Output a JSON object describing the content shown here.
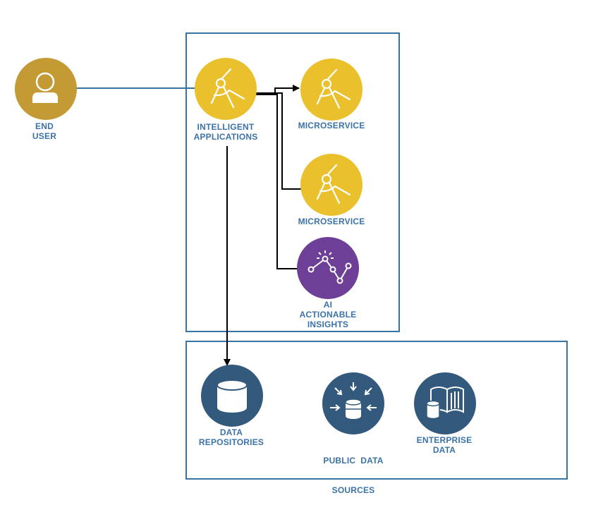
{
  "colors": {
    "user_node": "#c49a34",
    "app_node": "#ebc02d",
    "ai_node": "#6e3f96",
    "data_node": "#335a7c",
    "container_border": "#3674a6",
    "link_line": "#3674a6",
    "arrow_line": "#000000",
    "label_text": "#3b73a8"
  },
  "nodes": {
    "end_user": {
      "icon": "user-icon",
      "label_lines": [
        "END",
        "USER"
      ]
    },
    "intelligent_apps": {
      "icon": "compass-icon",
      "label_lines": [
        "INTELLIGENT",
        "APPLICATIONS"
      ]
    },
    "microservice_1": {
      "icon": "compass-icon",
      "label_lines": [
        "MICROSERVICE"
      ]
    },
    "microservice_2": {
      "icon": "compass-icon",
      "label_lines": [
        "MICROSERVICE"
      ]
    },
    "ai_insights": {
      "icon": "insights-chart-icon",
      "label_lines": [
        "AI",
        "ACTIONABLE",
        "INSIGHTS"
      ]
    },
    "data_repositories": {
      "icon": "database-icon",
      "label_lines": [
        "DATA",
        "REPOSITORIES"
      ]
    },
    "public_data": {
      "icon": "data-ingest-icon",
      "label_lines": [
        "PUBLIC  DATA",
        "SOURCES"
      ]
    },
    "enterprise_data": {
      "icon": "book-database-icon",
      "label_lines": [
        "ENTERPRISE",
        "DATA"
      ]
    }
  }
}
